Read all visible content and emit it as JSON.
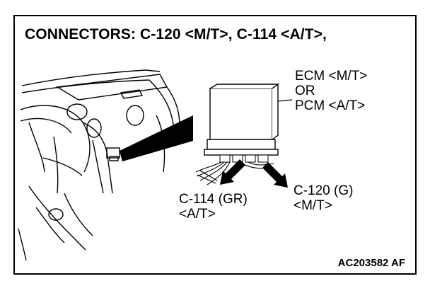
{
  "title": "CONNECTORS: C-120 <M/T>, C-114 <A/T>,",
  "labels": {
    "ecm_line1": "ECM <M/T>",
    "ecm_line2": "OR",
    "ecm_line3": "PCM <A/T>",
    "c114_line1": "C-114 (GR)",
    "c114_line2": "<A/T>",
    "c120_line1": "C-120 (G)",
    "c120_line2": "<M/T>"
  },
  "figure_code": "AC203582 AF",
  "colors": {
    "line": "#000000",
    "background": "#ffffff"
  }
}
